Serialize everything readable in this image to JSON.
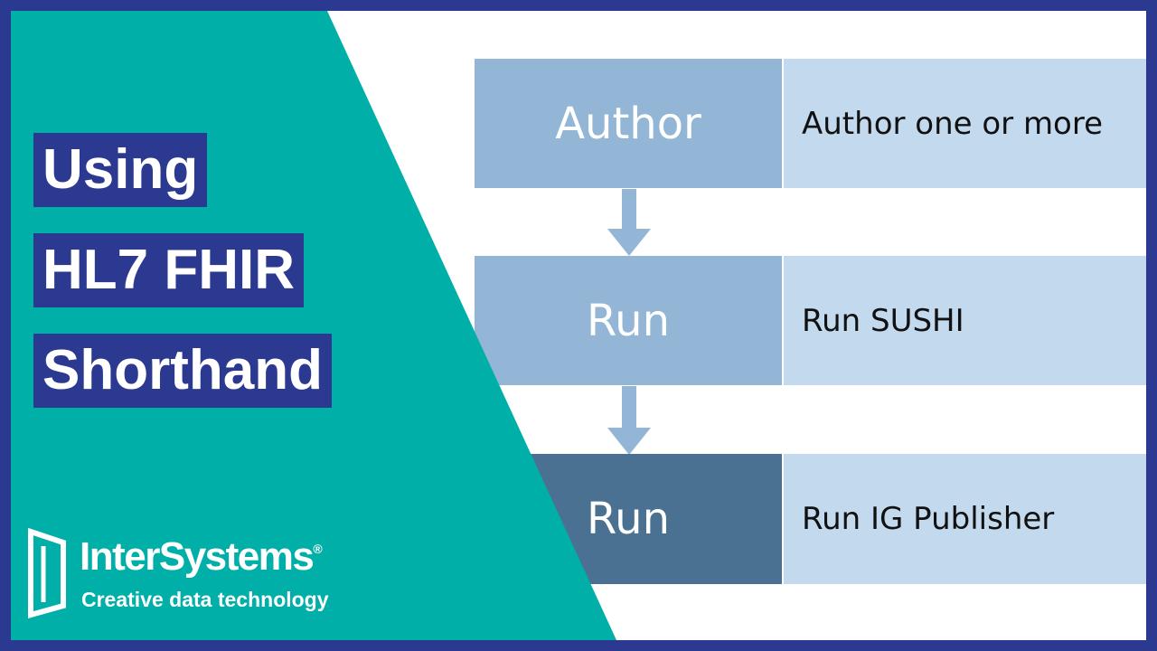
{
  "title": {
    "lines": [
      "Using",
      "HL7 FHIR",
      "Shorthand"
    ]
  },
  "flow": {
    "steps": [
      {
        "label": "Author",
        "description": "Author one or more"
      },
      {
        "label": "Run",
        "description": "Run SUSHI"
      },
      {
        "label": "Run",
        "description": "Run IG Publisher"
      }
    ]
  },
  "logo": {
    "name": "InterSystems",
    "registered_mark": "®",
    "tagline": "Creative data technology"
  },
  "colors": {
    "border": "#2b3990",
    "teal": "#00b0a8",
    "title_bg": "#2b3990",
    "step_light": "#93b6d6",
    "step_dark": "#4a7191",
    "description_bg": "#c2d9ee",
    "arrow": "#93b6d6"
  }
}
